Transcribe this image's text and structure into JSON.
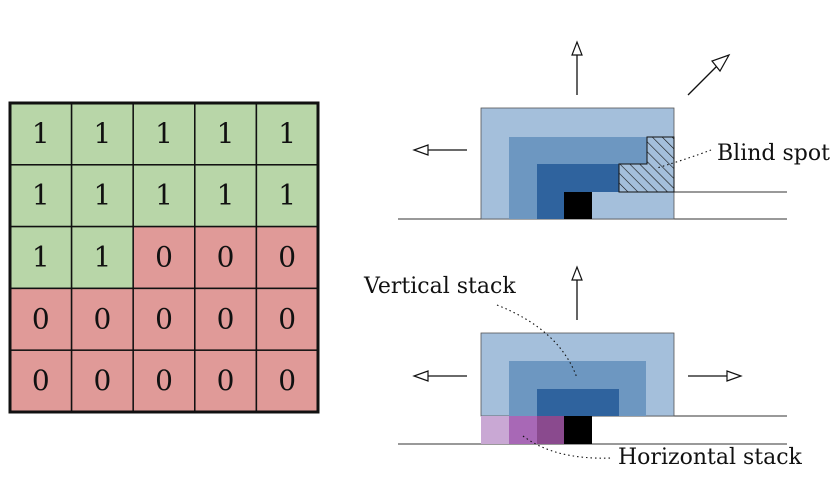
{
  "mask": {
    "rows": [
      [
        "1",
        "1",
        "1",
        "1",
        "1"
      ],
      [
        "1",
        "1",
        "1",
        "1",
        "1"
      ],
      [
        "1",
        "1",
        "0",
        "0",
        "0"
      ],
      [
        "0",
        "0",
        "0",
        "0",
        "0"
      ],
      [
        "0",
        "0",
        "0",
        "0",
        "0"
      ]
    ],
    "colors": {
      "one": "#b8d6a8",
      "zero": "#e09a98",
      "grid": "#111111"
    }
  },
  "labels": {
    "blind_spot": "Blind spot",
    "vertical_stack": "Vertical stack",
    "horizontal_stack": "Horizontal stack"
  },
  "colors": {
    "stack_light": "#a4bfdb",
    "stack_mid": "#6d97c1",
    "stack_dark": "#2f639e",
    "horizontal_light": "#c9a8d4",
    "horizontal_mid": "#a868b6",
    "horizontal_dark": "#8a4a8e",
    "current_pixel": "#000000"
  }
}
